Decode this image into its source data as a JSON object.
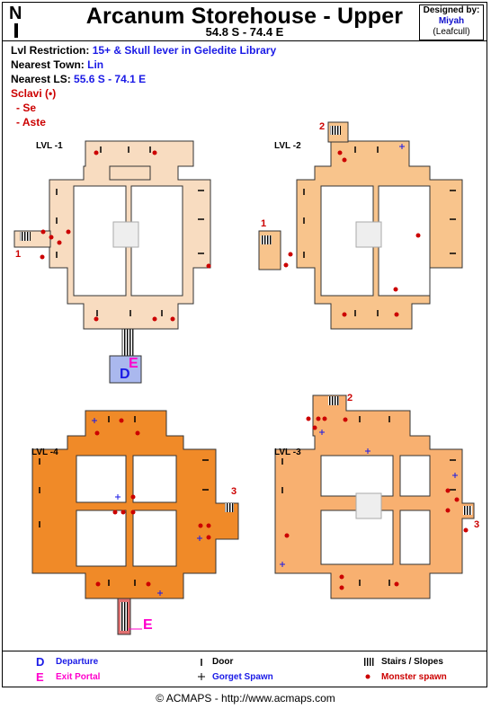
{
  "header": {
    "north_label": "N",
    "title": "Arcanum Storehouse - Upper",
    "coords": "54.8 S - 74.4 E",
    "designed_by_label": "Designed by:",
    "designer": "Miyah",
    "designer_alias": "(Leafcull)"
  },
  "info": {
    "lvl_label": "Lvl Restriction:",
    "lvl_value": "15+  & Skull lever in Geledite Library",
    "town_label": "Nearest Town:",
    "town_value": "Lin",
    "ls_label": "Nearest LS:",
    "ls_value": "55.6 S - 74.1 E",
    "sclavi": "Sclavi (•)",
    "sub1": "- Se",
    "sub2": "- Aste"
  },
  "levels": {
    "l1": "LVL -1",
    "l2": "LVL -2",
    "l3": "LVL -3",
    "l4": "LVL -4"
  },
  "stair_numbers": {
    "s1a": "1",
    "s1b": "1",
    "s2a": "2",
    "s2b": "2",
    "s3a": "3",
    "s3b": "3"
  },
  "markers": {
    "departure": "D",
    "exit_top": "E",
    "exit_bottom": "E"
  },
  "legend": {
    "departure_sym": "D",
    "departure": "Departure",
    "exit_sym": "E",
    "exit": "Exit Portal",
    "door": "Door",
    "gorget": "Gorget Spawn",
    "stairs": "Stairs / Slopes",
    "monster": "Monster spawn"
  },
  "colors": {
    "lvl1": "#f8dcc0",
    "lvl2": "#f8c48c",
    "lvl3": "#f8b070",
    "lvl4": "#f08a28",
    "monster": "#cc0000",
    "gorget": "#1a1ae6",
    "exit": "#ff00cc",
    "departure_bg": "#aab8ee"
  },
  "footer": {
    "copyright": "© ACMAPS - http://www.acmaps.com"
  }
}
